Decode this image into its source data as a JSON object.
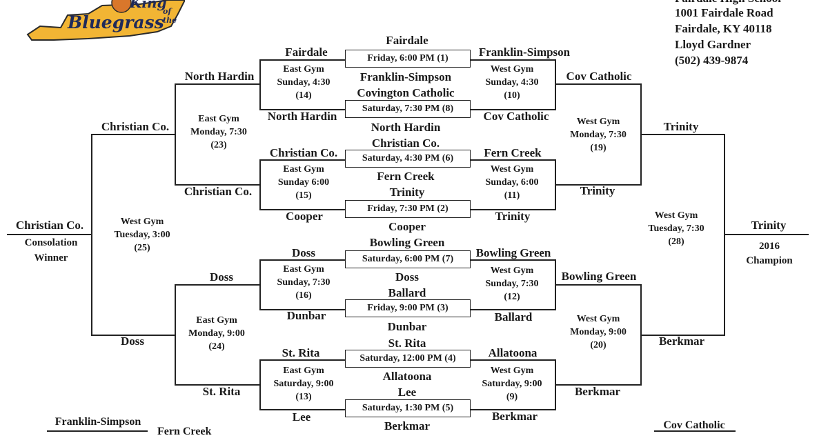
{
  "logo": {
    "line1": "King",
    "line2": "of the",
    "line3": "Bluegrass",
    "color": "#f2b534"
  },
  "contact": {
    "school": "Fairdale High School",
    "address": "1001 Fairdale Road",
    "city": "Fairdale, KY 40118",
    "person": "Lloyd Gardner",
    "phone": "(502) 439-9874"
  },
  "games": {
    "g1": "Friday, 6:00 PM (1)",
    "g2": "Friday, 7:30 PM (2)",
    "g3": "Friday, 9:00 PM (3)",
    "g4": "Saturday, 12:00 PM (4)",
    "g5": "Saturday, 1:30 PM (5)",
    "g6": "Saturday, 4:30 PM (6)",
    "g7": "Saturday, 6:00 PM (7)",
    "g8": "Saturday, 7:30 PM (8)"
  },
  "opening": {
    "g1_top": "Fairdale",
    "g1_bot": "Franklin-Simpson",
    "g8_top": "Covington Catholic",
    "g8_bot": "North Hardin",
    "g6_top": "Christian Co.",
    "g6_bot": "Fern Creek",
    "g2_top": "Trinity",
    "g2_bot": "Cooper",
    "g7_top": "Bowling Green",
    "g7_bot": "Doss",
    "g3_top": "Ballard",
    "g3_bot": "Dunbar",
    "g4_top": "St. Rita",
    "g4_bot": "Allatoona",
    "g5_top": "Lee",
    "g5_bot": "Berkmar"
  },
  "left_r1": {
    "a_top": "Fairdale",
    "a_bot": "North Hardin",
    "b_top": "Christian Co.",
    "b_bot": "Cooper",
    "c_top": "Doss",
    "c_bot": "Dunbar",
    "d_top": "St. Rita",
    "d_bot": "Lee"
  },
  "right_r1": {
    "a_top": "Franklin-Simpson",
    "a_bot": "Cov Catholic",
    "b_top": "Fern Creek",
    "b_bot": "Trinity",
    "c_top": "Bowling Green",
    "c_bot": "Ballard",
    "d_top": "Allatoona",
    "d_bot": "Berkmar"
  },
  "left_r2": {
    "a_top": "North Hardin",
    "a_bot": "Christian Co.",
    "b_top": "Doss",
    "b_bot": "St. Rita"
  },
  "right_r2": {
    "a_top": "Cov Catholic",
    "a_bot": "Trinity",
    "b_top": "Bowling Green",
    "b_bot": "Berkmar"
  },
  "left_r3": {
    "top": "Christian Co.",
    "bot": "Doss"
  },
  "right_r3": {
    "top": "Trinity",
    "bot": "Berkmar"
  },
  "consolation": {
    "winner": "Christian Co.",
    "label1": "Consolation",
    "label2": "Winner"
  },
  "champion": {
    "winner": "Trinity",
    "label1": "2016",
    "label2": "Champion"
  },
  "game_info": {
    "g14": [
      "East Gym",
      "Sunday, 4:30",
      "(14)"
    ],
    "g15": [
      "East Gym",
      "Sunday 6:00",
      "(15)"
    ],
    "g16": [
      "East Gym",
      "Sunday, 7:30",
      "(16)"
    ],
    "g13": [
      "East Gym",
      "Saturday, 9:00",
      "(13)"
    ],
    "g10": [
      "West Gym",
      "Sunday, 4:30",
      "(10)"
    ],
    "g11": [
      "West Gym",
      "Sunday, 6:00",
      "(11)"
    ],
    "g12": [
      "West Gym",
      "Sunday, 7:30",
      "(12)"
    ],
    "g9": [
      "West Gym",
      "Saturday, 9:00",
      "(9)"
    ],
    "g23": [
      "East Gym",
      "Monday, 7:30",
      "(23)"
    ],
    "g24": [
      "East Gym",
      "Monday, 9:00",
      "(24)"
    ],
    "g19": [
      "West Gym",
      "Monday, 7:30",
      "(19)"
    ],
    "g20": [
      "West Gym",
      "Monday, 9:00",
      "(20)"
    ],
    "g25": [
      "West Gym",
      "Tuesday, 3:00",
      "(25)"
    ],
    "g28": [
      "West Gym",
      "Tuesday, 7:30",
      "(28)"
    ]
  },
  "bottom_extra": {
    "left1": "Franklin-Simpson",
    "left2": "Fern Creek",
    "right1": "Cov Catholic"
  }
}
